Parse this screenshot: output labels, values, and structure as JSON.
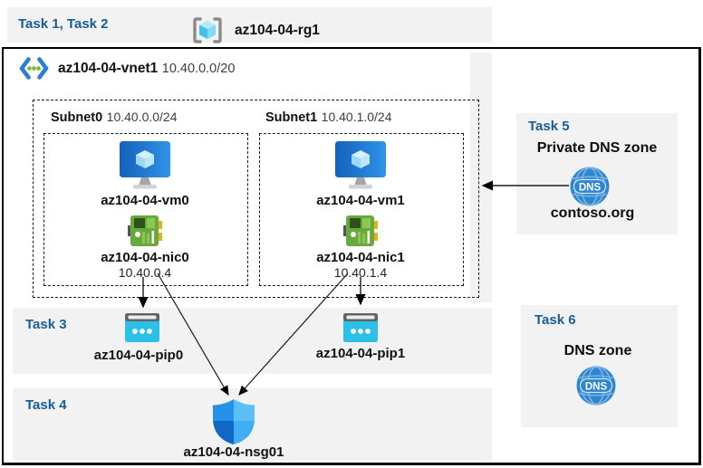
{
  "band12": {
    "label": "Task 1, Task 2"
  },
  "rg": {
    "name": "az104-04-rg1"
  },
  "vnet": {
    "name": "az104-04-vnet1",
    "cidr": "10.40.0.0/20"
  },
  "subnets": [
    {
      "name": "Subnet0",
      "cidr": "10.40.0.0/24",
      "vm": "az104-04-vm0",
      "nic": "az104-04-nic0",
      "ip": "10.40.0.4"
    },
    {
      "name": "Subnet1",
      "cidr": "10.40.1.0/24",
      "vm": "az104-04-vm1",
      "nic": "az104-04-nic1",
      "ip": "10.40.1.4"
    }
  ],
  "task3": {
    "label": "Task 3",
    "pips": [
      "az104-04-pip0",
      "az104-04-pip1"
    ]
  },
  "task4": {
    "label": "Task 4",
    "nsg": "az104-04-nsg01"
  },
  "task5": {
    "label": "Task 5",
    "title": "Private DNS zone",
    "zone": "contoso.org",
    "icon_text": "DNS"
  },
  "task6": {
    "label": "Task 6",
    "title": "DNS zone",
    "icon_text": "DNS"
  },
  "colors": {
    "task_text": "#175e97",
    "band_gray": "#f2f2f2",
    "vm_blue": "#1f79d2",
    "nic_green": "#68a93d",
    "pip_cyan": "#2bc0e8",
    "dns_blue": "#2e86d0",
    "nsg_blue": "#2491ea"
  }
}
